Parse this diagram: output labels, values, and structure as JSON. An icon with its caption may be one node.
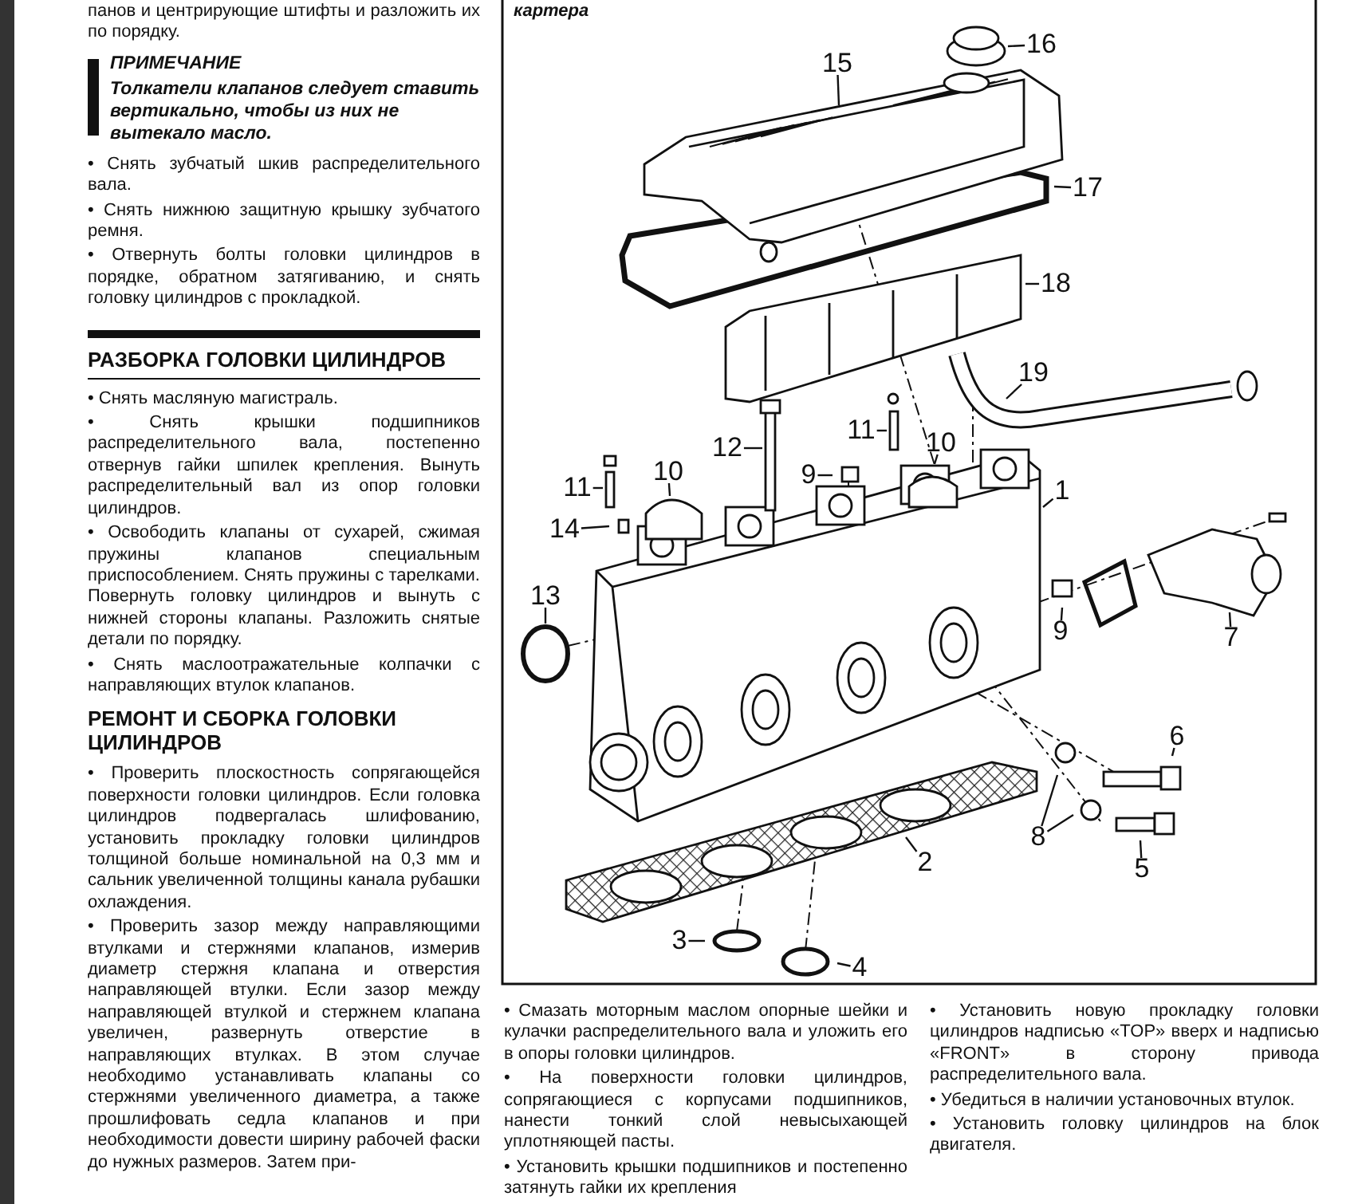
{
  "diagram": {
    "nodes": [
      {
        "text": [
          "15"
        ]
      },
      {
        "text": [
          "16"
        ]
      },
      {
        "text": [
          "17"
        ]
      },
      {
        "text": [
          "18"
        ]
      },
      {
        "text": [
          "19"
        ]
      },
      {
        "text": [
          "12"
        ]
      },
      {
        "text": [
          "11"
        ]
      },
      {
        "text": [
          "10"
        ]
      },
      {
        "text": [
          "9"
        ]
      },
      {
        "text": [
          "11"
        ]
      },
      {
        "text": [
          "10"
        ]
      },
      {
        "text": [
          "1"
        ]
      },
      {
        "text": [
          "14"
        ]
      },
      {
        "text": [
          "13"
        ]
      },
      {
        "text": [
          "9"
        ]
      },
      {
        "text": [
          "7"
        ]
      },
      {
        "text": [
          "6"
        ]
      },
      {
        "text": [
          "8"
        ]
      },
      {
        "text": [
          "5"
        ]
      },
      {
        "text": [
          "2"
        ]
      },
      {
        "text": [
          "3"
        ]
      },
      {
        "text": [
          "4"
        ]
      }
    ],
    "edges": [
      {
        "from": 0,
        "to": null,
        "arrow": "none"
      },
      {
        "from": 1,
        "to": null,
        "arrow": "none"
      },
      {
        "from": 2,
        "to": null,
        "arrow": "none"
      },
      {
        "from": 3,
        "to": null,
        "arrow": "none"
      },
      {
        "from": 4,
        "to": null,
        "arrow": "none"
      },
      {
        "from": 5,
        "to": null,
        "arrow": "none"
      },
      {
        "from": 6,
        "to": null,
        "arrow": "none"
      },
      {
        "from": 7,
        "to": null,
        "arrow": "none"
      },
      {
        "from": 8,
        "to": null,
        "arrow": "none"
      },
      {
        "from": 9,
        "to": null,
        "arrow": "none"
      },
      {
        "from": 10,
        "to": null,
        "arrow": "none"
      },
      {
        "from": 11,
        "to": null,
        "arrow": "none"
      },
      {
        "from": 12,
        "to": null,
        "arrow": "none"
      },
      {
        "from": 13,
        "to": null,
        "arrow": "none"
      },
      {
        "from": 14,
        "to": null,
        "arrow": "none"
      },
      {
        "from": 15,
        "to": null,
        "arrow": "none"
      },
      {
        "from": 16,
        "to": null,
        "arrow": "none"
      },
      {
        "from": 17,
        "to": null,
        "arrow": "none"
      },
      {
        "from": 17,
        "to": null,
        "arrow": "none"
      },
      {
        "from": 18,
        "to": null,
        "arrow": "none"
      },
      {
        "from": 19,
        "to": null,
        "arrow": "none"
      },
      {
        "from": 20,
        "to": null,
        "arrow": "none"
      },
      {
        "from": 21,
        "to": null,
        "arrow": "none"
      }
    ],
    "labels": [
      "панов и центрирующие штифты и разложить их по порядку.",
      "ПРИМЕЧАНИЕ",
      "Толкатели клапанов следует ставить вертикально, чтобы из них не вытекало масло.",
      "• Снять зубчатый шкив распределительного вала.",
      "• Снять нижнюю защитную крышку зубчатого ремня.",
      "• Отвернуть болты головки цилиндров в порядке, обратном затягиванию, и снять головку цилиндров с прокладкой.",
      "РАЗБОРКА ГОЛОВКИ ЦИЛИНДРОВ",
      "• Снять масляную магистраль.",
      "• Снять крышки подшипников распределительного вала, постепенно отвернув гайки шпилек крепления. Вынуть распределительный вал из опор головки цилиндров.",
      "• Освободить клапаны от сухарей, сжимая пружины клапанов специальным приспособлением. Снять пружины с тарелками. Повернуть головку цилиндров и вынуть с нижней стороны клапаны. Разложить снятые детали по порядку.",
      "• Снять маслоотражательные колпачки с направляющих втулок клапанов.",
      "РЕМОНТ И СБОРКА ГОЛОВКИ ЦИЛИНДРОВ",
      "• Проверить плоскостность сопрягающейся поверхности головки цилиндров. Если головка цилиндров подвергалась шлифованию, установить прокладку головки цилиндров толщиной больше номинальной на 0,3 мм и сальник увеличенной толщины канала рубашки охлаждения.",
      "• Проверить зазор между направляющими втулками и стержнями клапанов, измерив диаметр стержня клапана и отверстия направляющей втулки. Если зазор между направляющей втулкой и стержнем клапана увеличен, развернуть отверстие в направляющих втулках. В этом случае необходимо устанавливать клапаны со стержнями увеличенного диаметра, а также прошлифовать седла клапанов и при необходимости довести ширину рабочей фаски до нужных размеров. Затем при-",
      "картера",
      "• Смазать моторным маслом опорные шейки и кулачки распределительного вала и уложить его в опоры головки цилиндров.",
      "• На поверхности головки цилиндров, сопрягающиеся с корпусами подшипников, нанести тонкий слой невысыхающей уплотняющей пасты.",
      "• Установить крышки подшипников и постепенно затянуть гайки их крепления",
      "• Установить новую прокладку головки цилиндров надписью «TOP» вверх и надписью «FRONT» в сторону привода распределительного вала.",
      "• Убедиться в наличии установочных втулок.",
      "• Установить головку цилиндров на блок двигателя."
    ]
  }
}
